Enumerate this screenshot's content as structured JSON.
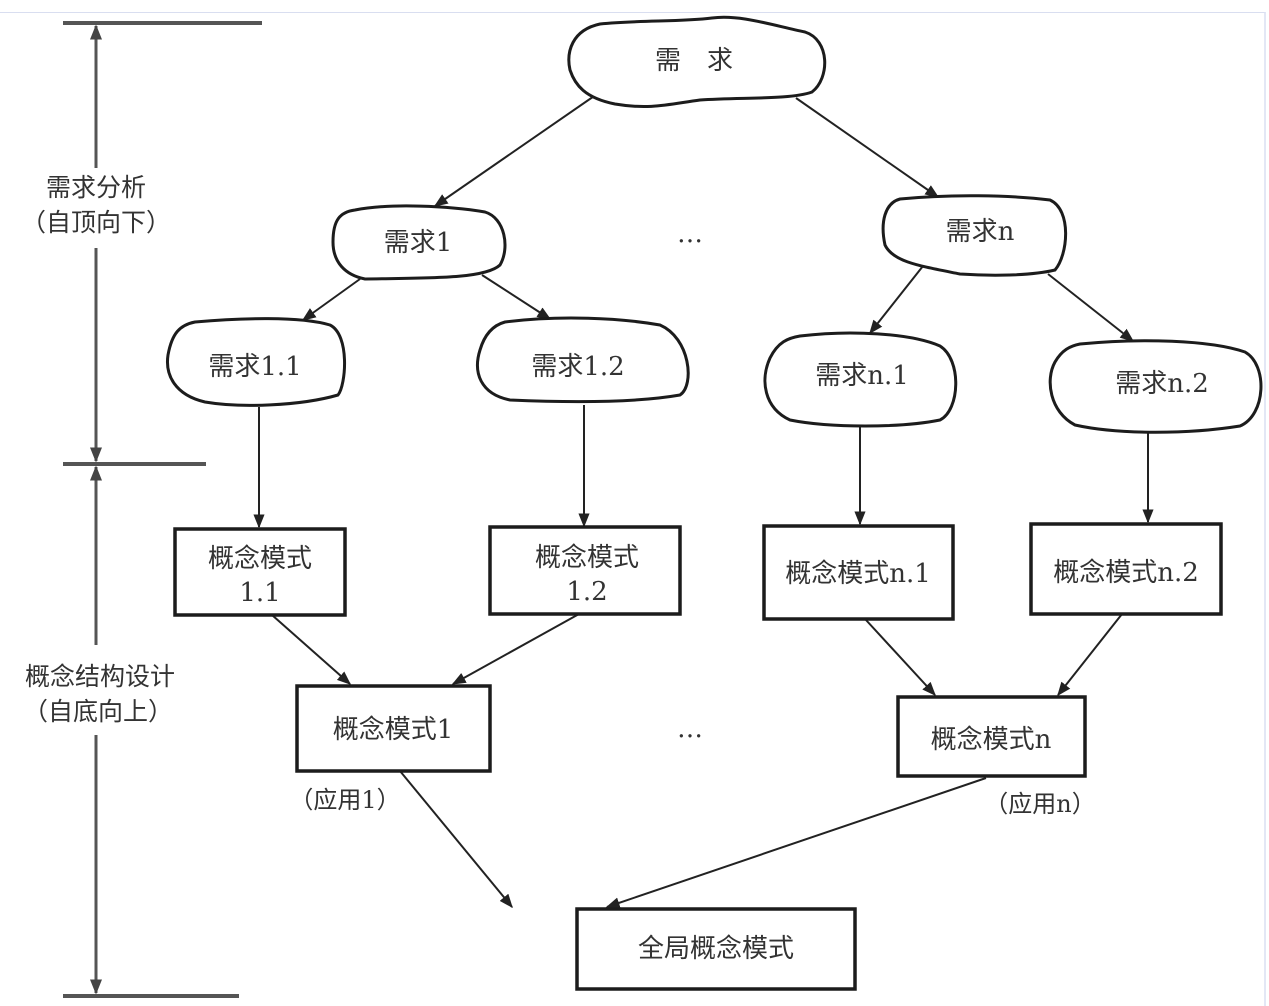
{
  "diagram": {
    "side_labels": {
      "top": {
        "line1": "需求分析",
        "line2": "（自顶向下）"
      },
      "bottom": {
        "line1": "概念结构设计",
        "line2": "（自底向上）"
      }
    },
    "nodes": {
      "req_root": "需　求",
      "req_1": "需求1",
      "req_n": "需求n",
      "req_1_1": "需求1.1",
      "req_1_2": "需求1.2",
      "req_n_1": "需求n.1",
      "req_n_2": "需求n.2",
      "cm_1_1_line1": "概念模式",
      "cm_1_1_line2": "1.1",
      "cm_1_2_line1": "概念模式",
      "cm_1_2_line2": "1.2",
      "cm_n_1": "概念模式n.1",
      "cm_n_2": "概念模式n.2",
      "cm_1": "概念模式1",
      "cm_n": "概念模式n",
      "global": "全局概念模式"
    },
    "annotations": {
      "app_1": "（应用1）",
      "app_n": "（应用n）",
      "ellipsis_top": "…",
      "ellipsis_mid": "…"
    },
    "edges": [
      [
        "req_root",
        "req_1"
      ],
      [
        "req_root",
        "req_n"
      ],
      [
        "req_1",
        "req_1_1"
      ],
      [
        "req_1",
        "req_1_2"
      ],
      [
        "req_n",
        "req_n_1"
      ],
      [
        "req_n",
        "req_n_2"
      ],
      [
        "req_1_1",
        "cm_1_1"
      ],
      [
        "req_1_2",
        "cm_1_2"
      ],
      [
        "req_n_1",
        "cm_n_1"
      ],
      [
        "req_n_2",
        "cm_n_2"
      ],
      [
        "cm_1_1",
        "cm_1"
      ],
      [
        "cm_1_2",
        "cm_1"
      ],
      [
        "cm_n_1",
        "cm_n"
      ],
      [
        "cm_n_2",
        "cm_n"
      ],
      [
        "cm_1",
        "global"
      ],
      [
        "cm_n",
        "global"
      ]
    ]
  }
}
